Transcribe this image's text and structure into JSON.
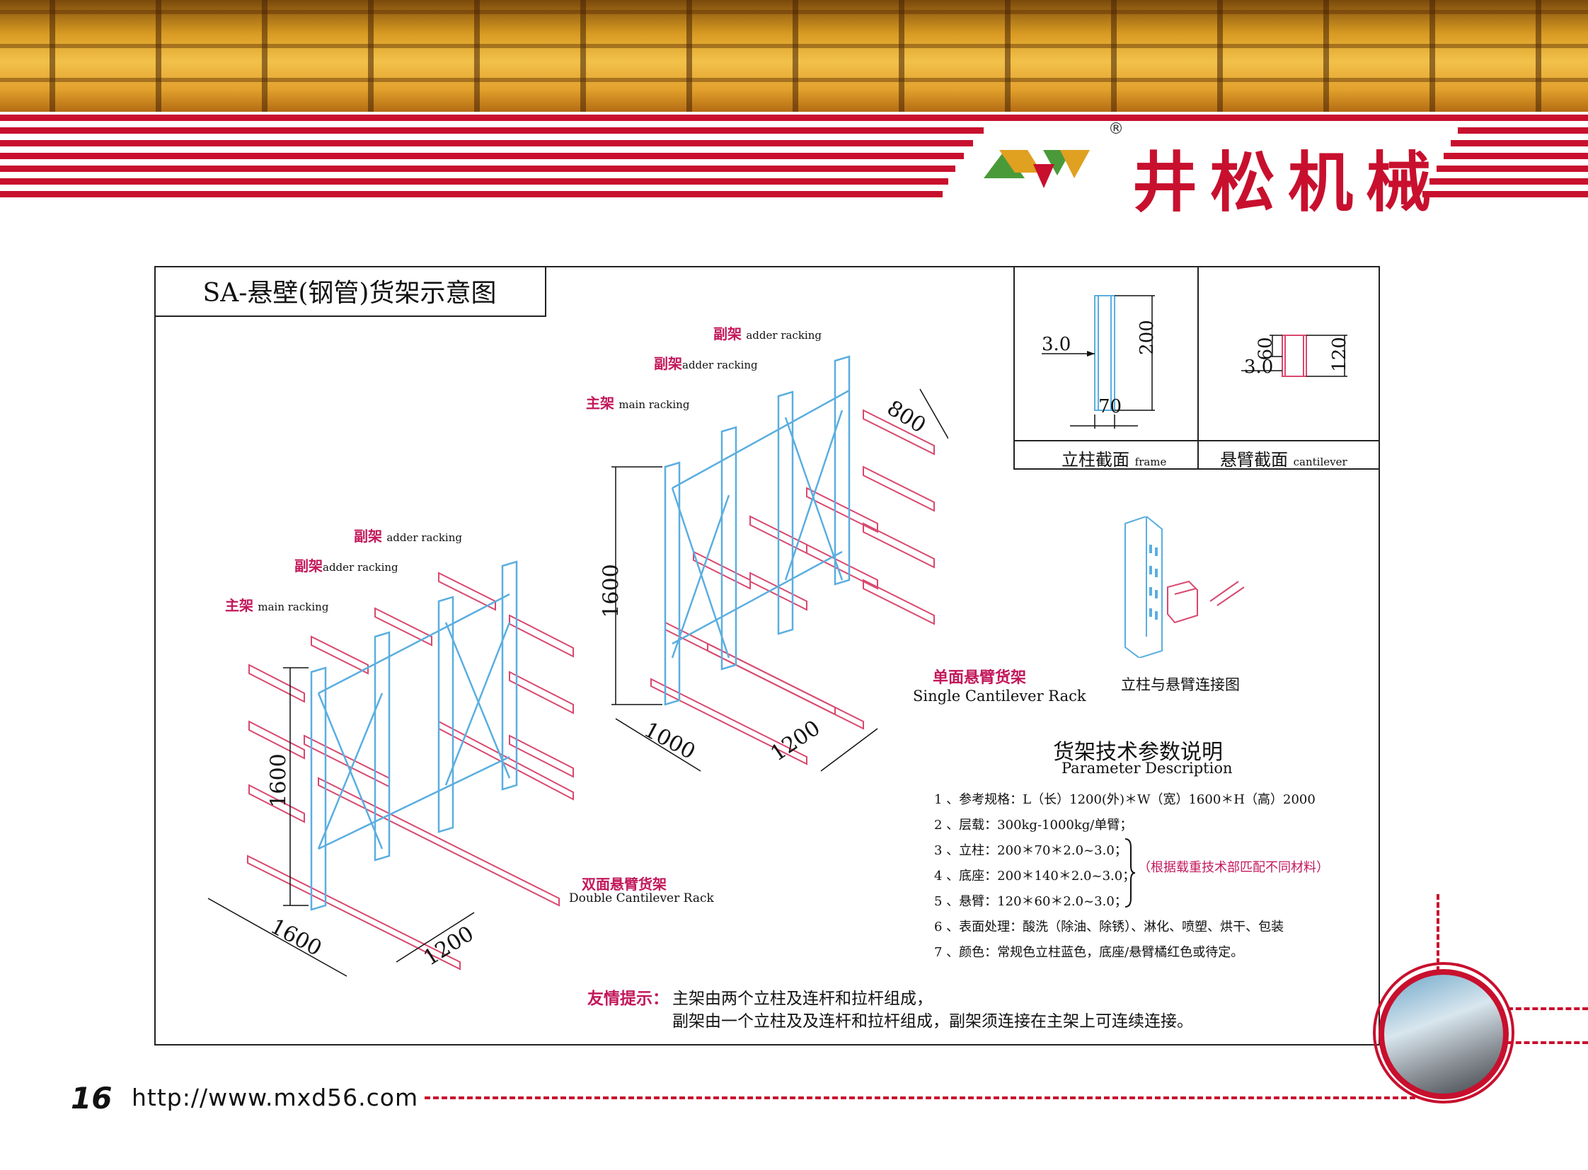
{
  "header": {
    "brand_name": "井松机械",
    "registered_mark": "®"
  },
  "diagram": {
    "title": "SA-悬壁(钢管)货架示意图",
    "double_rack": {
      "labels": [
        {
          "zh": "副架",
          "en": "adder racking"
        },
        {
          "zh": "副架",
          "en": "adder racking"
        },
        {
          "zh": "主架",
          "en": "main racking"
        }
      ],
      "dims": {
        "height": "1600",
        "length": "1600",
        "depth": "1200"
      },
      "caption_zh": "双面悬臂货架",
      "caption_en": "Double Cantilever Rack"
    },
    "single_rack": {
      "labels": [
        {
          "zh": "副架",
          "en": "adder racking"
        },
        {
          "zh": "副架",
          "en": "adder racking"
        },
        {
          "zh": "主架",
          "en": "main racking"
        }
      ],
      "dims": {
        "height": "1600",
        "length": "1000",
        "depth": "1200",
        "arm": "800"
      },
      "caption_zh": "单面悬臂货架",
      "caption_en": "Single Cantilever Rack"
    },
    "connection_caption": "立柱与悬臂连接图"
  },
  "sections": {
    "frame": {
      "caption_zh": "立柱截面",
      "caption_en": "frame",
      "thickness": "3.0",
      "height": "200",
      "width": "70"
    },
    "cantilever": {
      "caption_zh": "悬臂截面",
      "caption_en": "cantilever",
      "thickness": "3.0",
      "width": "60",
      "height": "120"
    }
  },
  "parameters": {
    "title_zh": "货架技术参数说明",
    "title_en": "Parameter Description",
    "items": [
      "1 、参考规格：L（长）1200(外)＊W（宽）1600＊H（高）2000",
      "2 、层载：300kg-1000kg/单臂；",
      "3 、立柱：200＊70＊2.0~3.0；",
      "4 、底座：200＊140＊2.0~3.0；",
      "5 、悬臂：120＊60＊2.0~3.0；",
      "6 、表面处理：酸洗（除油、除锈）、淋化、喷塑、烘干、包装",
      "7 、颜色：常规色立柱蓝色，底座/悬臂橘红色或待定。"
    ],
    "brace_note": "（根据载重技术部匹配不同材料）"
  },
  "tip": {
    "label": "友情提示：",
    "line1": "主架由两个立柱及连杆和拉杆组成，",
    "line2": "副架由一个立柱及及连杆和拉杆组成，副架须连接在主架上可连续连接。"
  },
  "footer": {
    "page_number": "16",
    "url": "http://www.mxd56.com"
  },
  "colors": {
    "brand_red": "#c8102e",
    "label_magenta": "#c2185b",
    "frame_blue": "#5aaee0",
    "arm_red": "#d9486e"
  }
}
